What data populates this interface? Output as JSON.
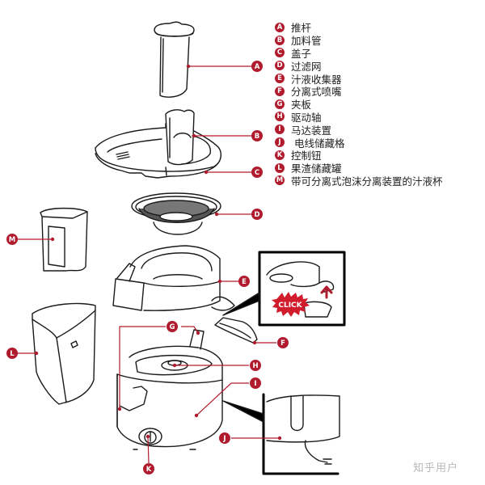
{
  "accent_color": "#b01c2e",
  "legend": [
    {
      "letter": "A",
      "label": "推杆"
    },
    {
      "letter": "B",
      "label": "加料管"
    },
    {
      "letter": "C",
      "label": "盖子"
    },
    {
      "letter": "D",
      "label": "过滤网"
    },
    {
      "letter": "E",
      "label": "汁液收集器"
    },
    {
      "letter": "F",
      "label": "分离式喷嘴"
    },
    {
      "letter": "G",
      "label": "夹板"
    },
    {
      "letter": "H",
      "label": "驱动轴"
    },
    {
      "letter": "I",
      "label": "马达装置"
    },
    {
      "letter": "J",
      "label": "电线储藏格"
    },
    {
      "letter": "K",
      "label": "控制钮"
    },
    {
      "letter": "L",
      "label": "果渣储藏罐"
    },
    {
      "letter": "M",
      "label": "带可分离式泡沫分离装置的汁液杯"
    }
  ],
  "callouts": {
    "A": "A",
    "B": "B",
    "C": "C",
    "D": "D",
    "E": "E",
    "F": "F",
    "G": "G",
    "H": "H",
    "I": "I",
    "J": "J",
    "K": "K",
    "L": "L",
    "M": "M"
  },
  "inset_click_text": "CLICK",
  "watermark": "知乎用户"
}
